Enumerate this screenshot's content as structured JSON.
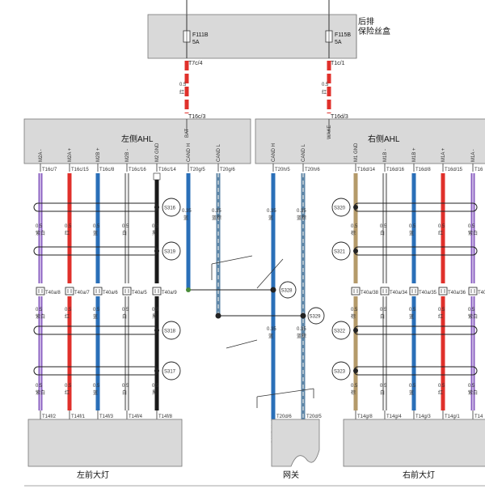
{
  "colors": {
    "box": "#d9d9d9",
    "red": "#e0302b",
    "blue": "#2a6fb8",
    "purple": "#8a5fc0",
    "white_wire": "#f2f2f2",
    "black": "#1a1a1a",
    "tan": "#b49a6a",
    "bluegrey": "#5f87a8",
    "green_dot": "#4a8c3a"
  },
  "fuse_box": {
    "title_line1": "后排",
    "title_line2": "保险丝盒",
    "fuse_left": {
      "name": "F111B",
      "amp": "5A"
    },
    "fuse_right": {
      "name": "F115B",
      "amp": "5A"
    },
    "pin_left_top": "T7c/4",
    "pin_right_top": "T1c/1"
  },
  "feed_wires": {
    "left": {
      "gauge": "0.5",
      "color_label": "红",
      "pin_bottom": "T16c/3",
      "module_pin_label": "BAT"
    },
    "right": {
      "gauge": "0.5",
      "color_label": "红",
      "pin_bottom": "T16d/3",
      "module_pin_label": "WAKE"
    }
  },
  "left_ahl": {
    "title": "左侧AHL",
    "pin_labels": [
      "M2A -",
      "M2A +",
      "M2B +",
      "M2B -",
      "M2 GND",
      "CAND H",
      "CAND L"
    ],
    "pins_top": [
      "T16c/7",
      "T16c/15",
      "T16c/8",
      "T16c/16",
      "T16c/14",
      "T20g/5",
      "T20g/6"
    ]
  },
  "right_ahl": {
    "title": "右侧AHL",
    "pin_labels": [
      "CAND H",
      "CAND L",
      "M1 GND",
      "M1B -",
      "M1B +",
      "M1A +",
      "M1A -"
    ],
    "pins_top": [
      "T20h/5",
      "T20h/6",
      "T16d/14",
      "T16d/16",
      "T16d/8",
      "T16d/15",
      "T16"
    ]
  },
  "wire_labels": {
    "purple": {
      "gauge": "0.5",
      "color": "紫白"
    },
    "red": {
      "gauge": "0.5",
      "color": "红"
    },
    "blue": {
      "gauge": "0.5",
      "color": "蓝"
    },
    "white": {
      "gauge": "0.5",
      "color": "白"
    },
    "black": {
      "gauge": "0.5",
      "color": "黑"
    },
    "can_h": {
      "gauge": "0.35",
      "color": "蓝"
    },
    "can_l": {
      "gauge": "0.35",
      "color": "蓝棕"
    },
    "tan": {
      "gauge": "0.5",
      "color": "棕"
    }
  },
  "splices_left": [
    "S316",
    "S319",
    "S318",
    "S317"
  ],
  "splices_right": [
    "S320",
    "S321",
    "S322",
    "S323"
  ],
  "splices_center": [
    "S328",
    "S329"
  ],
  "left_mid_pins": [
    "T40a/8",
    "T40a/7",
    "T40a/6",
    "T40a/5",
    "T40a/9"
  ],
  "right_mid_pins": [
    "T40a/38",
    "T40a/34",
    "T40a/35",
    "T40a/36",
    "T40"
  ],
  "left_lamp": {
    "title": "左前大灯",
    "pins": [
      "T14f/2",
      "T14f/1",
      "T14f/3",
      "T14f/4",
      "T14f/8"
    ],
    "pin_labels": [
      "M2A -",
      "M2A +",
      "M2B +",
      "M2B -",
      "M2 GND"
    ]
  },
  "gateway": {
    "title": "网关",
    "pins": [
      "T20d/6",
      "T20d/5"
    ],
    "pin_labels": [
      "CAND H",
      "CAND L"
    ]
  },
  "right_lamp": {
    "title": "右前大灯",
    "pins": [
      "T14g/8",
      "T14g/4",
      "T14g/3",
      "T14g/1",
      "T14"
    ],
    "pin_labels": [
      "M1 GND",
      "M1B -",
      "M1B +",
      "M1A +",
      "M1A -"
    ]
  }
}
